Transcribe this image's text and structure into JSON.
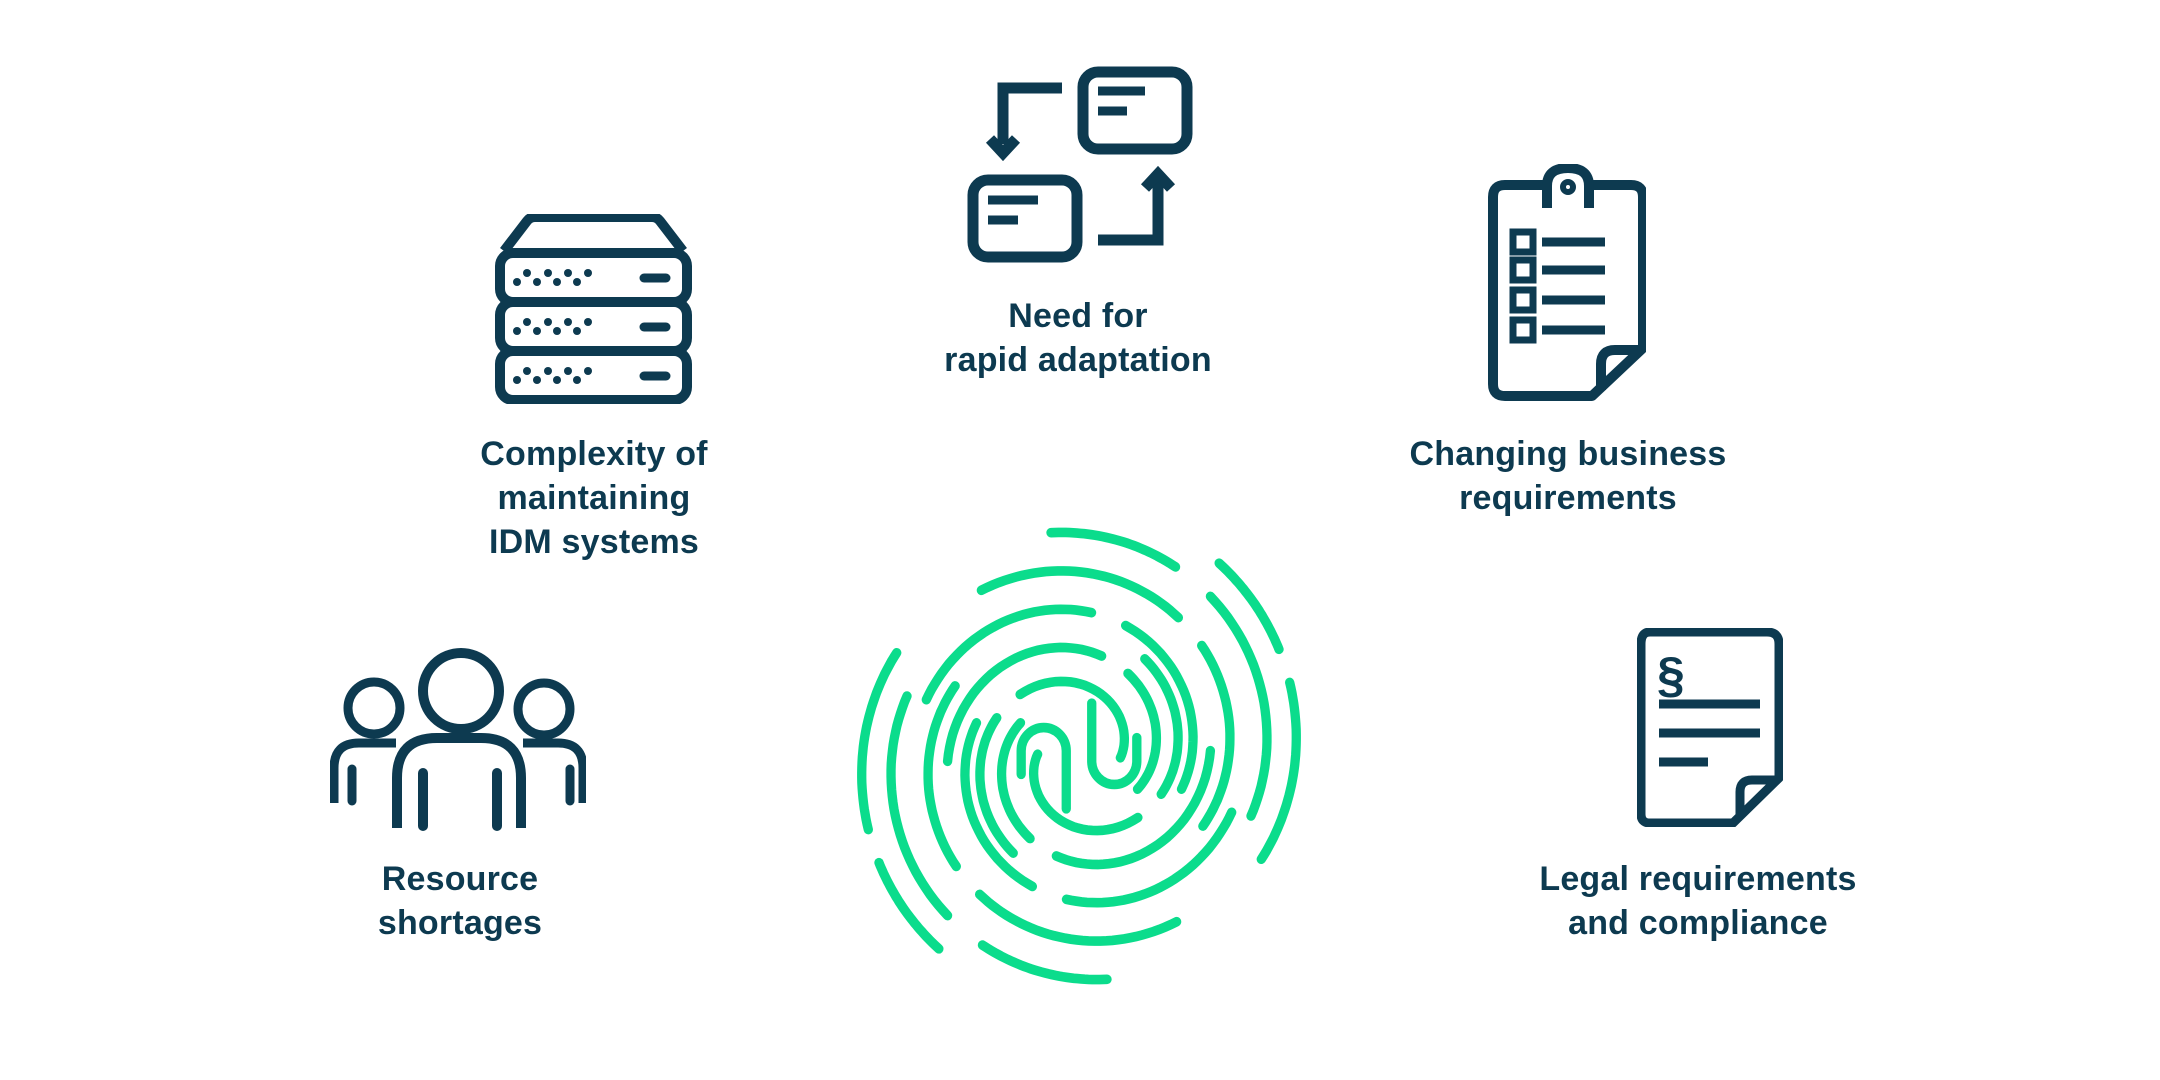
{
  "title": "IDM challenges infographic",
  "colors": {
    "ink": "#0d3a50",
    "accent": "#0bdc8c",
    "background": "#ffffff"
  },
  "center": {
    "icon": "fingerprint-swirl-icon"
  },
  "items": [
    {
      "id": "complexity",
      "icon": "server-stack-icon",
      "label_lines": [
        "Complexity of",
        "maintaining",
        "IDM systems"
      ]
    },
    {
      "id": "rapid-adaptation",
      "icon": "sync-boxes-icon",
      "label_lines": [
        "Need for",
        "rapid adaptation"
      ]
    },
    {
      "id": "business-requirements",
      "icon": "checklist-clipboard-icon",
      "label_lines": [
        "Changing business",
        "requirements"
      ]
    },
    {
      "id": "resource-shortages",
      "icon": "people-group-icon",
      "label_lines": [
        "Resource",
        "shortages"
      ]
    },
    {
      "id": "legal-compliance",
      "icon": "legal-document-icon",
      "label_lines": [
        "Legal requirements",
        "and compliance"
      ],
      "glyph": "§"
    }
  ]
}
